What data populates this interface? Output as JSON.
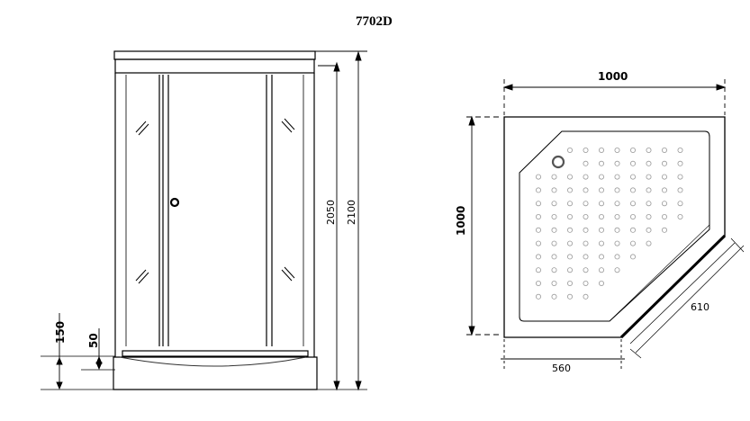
{
  "title": "7702D",
  "front_view": {
    "dimensions": {
      "height_inner": "2050",
      "height_total": "2100",
      "tray_height": "150",
      "step_height": "50"
    }
  },
  "top_view": {
    "dimensions": {
      "width": "1000",
      "depth": "1000",
      "front_side": "560",
      "diagonal_door": "610"
    }
  },
  "colors": {
    "line": "#000000",
    "light_line": "#555555",
    "background": "#ffffff"
  }
}
